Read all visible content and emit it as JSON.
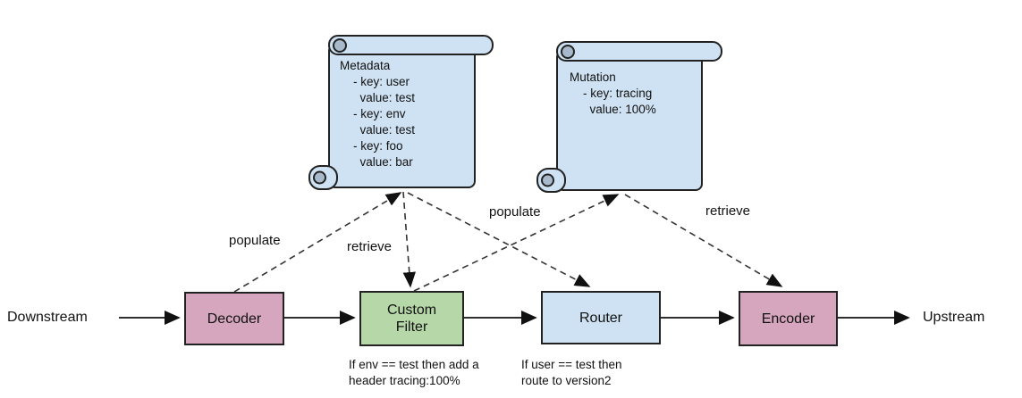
{
  "colors": {
    "box_pink": "#d5a6bd",
    "box_green": "#b6d7a8",
    "box_blue": "#cfe2f3",
    "scroll_fill": "#cfe2f3",
    "scroll_curl": "#a7b9cb"
  },
  "flow": {
    "downstream_label": "Downstream",
    "upstream_label": "Upstream",
    "boxes": [
      {
        "label": "Decoder"
      },
      {
        "label": "Custom Filter"
      },
      {
        "label": "Router"
      },
      {
        "label": "Encoder"
      }
    ]
  },
  "scrolls": [
    {
      "title": "Metadata",
      "lines": "    - key: user\n      value: test\n    - key: env\n      value: test\n    - key: foo\n      value: bar"
    },
    {
      "title": "Mutation",
      "lines": "    - key: tracing\n      value: 100%"
    }
  ],
  "edges": [
    {
      "from": "Decoder",
      "to": "Metadata",
      "label": "populate"
    },
    {
      "from": "Metadata",
      "to": "Custom Filter",
      "label": "retrieve"
    },
    {
      "from": "Custom Filter",
      "to": "Mutation",
      "label": "populate"
    },
    {
      "from": "Metadata",
      "to": "Router",
      "label": ""
    },
    {
      "from": "Mutation",
      "to": "Encoder",
      "label": "retrieve"
    }
  ],
  "captions": {
    "custom_filter": "If env == test then add a\nheader tracing:100%",
    "router": "If user == test then\nroute to version2"
  }
}
